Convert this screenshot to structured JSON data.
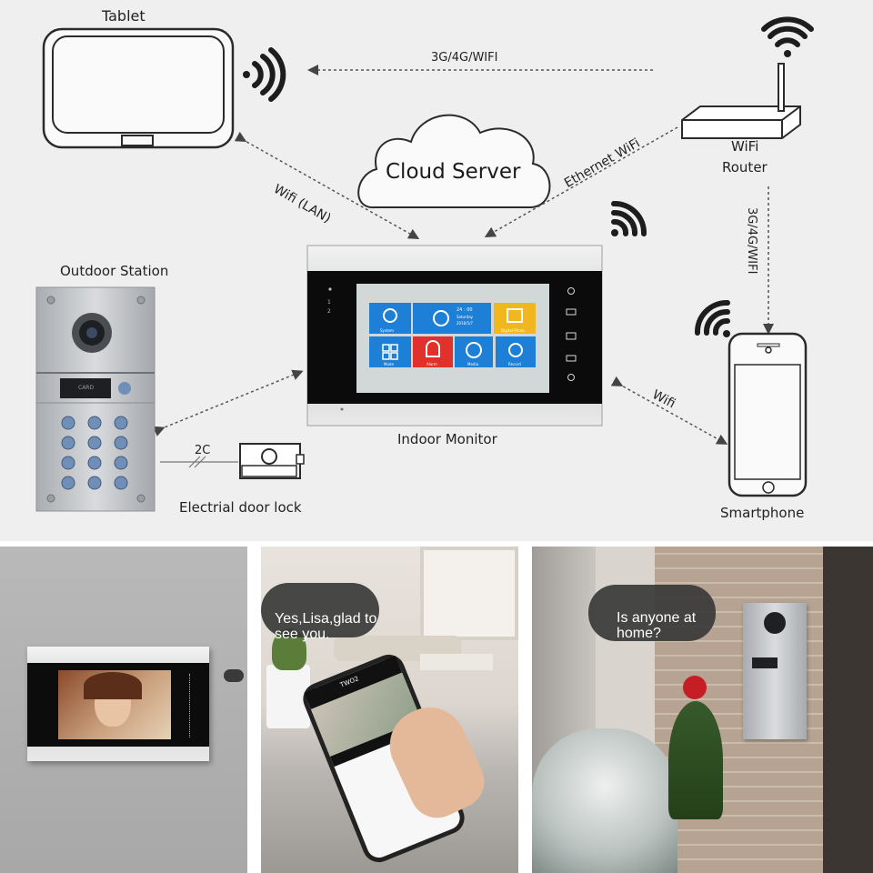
{
  "diagram": {
    "tablet_label": "Tablet",
    "router_label_1": "WiFi",
    "router_label_2": "Router",
    "cloud_label": "Cloud Server",
    "link_tablet_router": "3G/4G/WIFI",
    "link_tablet_monitor": "Wifi (LAN)",
    "link_router_monitor": "Ethernet WiFi",
    "link_router_phone": "3G/4G/WIFI",
    "link_monitor_phone": "Wifi",
    "outdoor_label": "Outdoor Station",
    "monitor_label": "Indoor Monitor",
    "phone_label": "Smartphone",
    "lock_label": "Electrial door lock",
    "wire_label": "2C",
    "card_text": "CARD"
  },
  "monitor_screen": {
    "tiles": [
      "System",
      "24 : 00",
      "Digital Photo",
      "Mode",
      "Alarm",
      "Media",
      "Record"
    ],
    "clock_sub": "Saturday",
    "clock_date": "2016/5/7"
  },
  "scenes": {
    "bubble_left": [
      "Yes,Lisa,glad to",
      "see you."
    ],
    "bubble_right": [
      "Is anyone at",
      "home?"
    ],
    "phone_app_title": "TWO2"
  },
  "colors": {
    "background": "#efefef",
    "stroke": "#2b2b2b",
    "panel_silver": "#c9cbce",
    "tile_blue": "#1d7fd6",
    "tile_red": "#e0312a",
    "tile_yellow": "#f0b81e"
  }
}
